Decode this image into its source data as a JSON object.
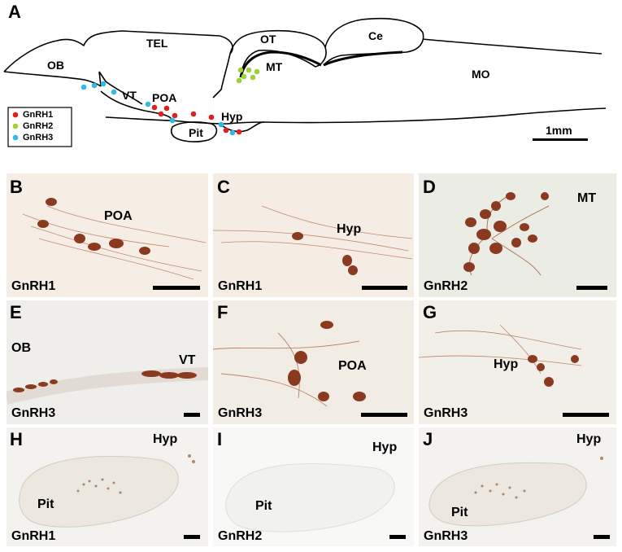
{
  "panel_a": {
    "letter": "A",
    "regions": {
      "tel": "TEL",
      "ot": "OT",
      "ce": "Ce",
      "ob": "OB",
      "mt": "MT",
      "vt": "VT",
      "poa": "POA",
      "mo": "MO",
      "hyp": "Hyp",
      "pit": "Pit"
    },
    "scale_label": "1mm",
    "legend": [
      {
        "label": "GnRH1",
        "color": "#e0201e"
      },
      {
        "label": "GnRH2",
        "color": "#9bd334"
      },
      {
        "label": "GnRH3",
        "color": "#33b8e8"
      }
    ]
  },
  "panels": [
    {
      "id": "B",
      "region": "POA",
      "stain": "GnRH1"
    },
    {
      "id": "C",
      "region": "Hyp",
      "stain": "GnRH1"
    },
    {
      "id": "D",
      "region": "MT",
      "stain": "GnRH2"
    },
    {
      "id": "E",
      "region": "OB",
      "region2": "VT",
      "stain": "GnRH3"
    },
    {
      "id": "F",
      "region": "POA",
      "stain": "GnRH3"
    },
    {
      "id": "G",
      "region": "Hyp",
      "stain": "GnRH3"
    },
    {
      "id": "H",
      "region": "Hyp",
      "region2": "Pit",
      "stain": "GnRH1"
    },
    {
      "id": "I",
      "region": "Hyp",
      "region2": "Pit",
      "stain": "GnRH2"
    },
    {
      "id": "J",
      "region": "Hyp",
      "region2": "Pit",
      "stain": "GnRH3"
    }
  ],
  "colors": {
    "stain_brown": "#8a3a1e",
    "tissue_bg": "#f4ede6"
  }
}
